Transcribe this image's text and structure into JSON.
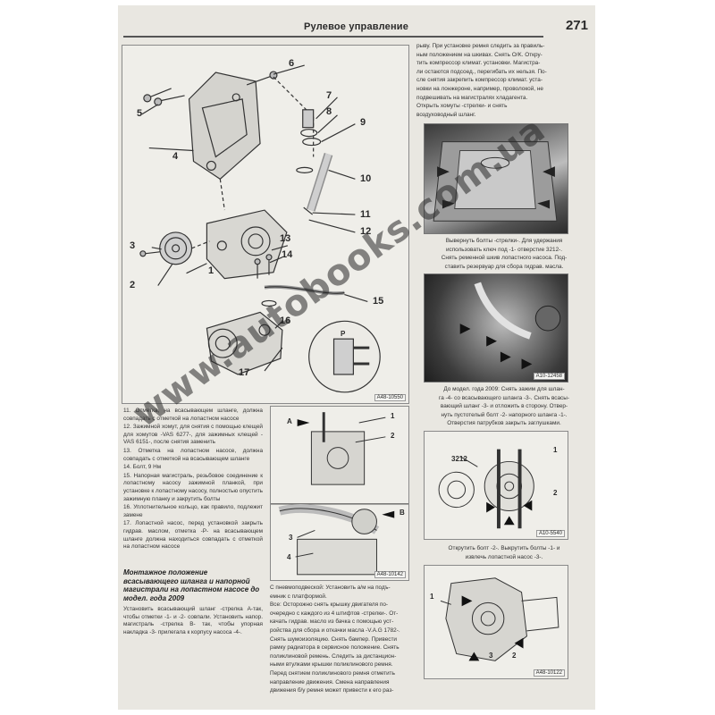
{
  "header": {
    "title": "Рулевое управление",
    "page_number": "271"
  },
  "figure_main": {
    "id": "A48-10550",
    "callouts": [
      "1",
      "2",
      "3",
      "4",
      "5",
      "6",
      "7",
      "8",
      "9",
      "10",
      "11",
      "12",
      "13",
      "14",
      "15",
      "16",
      "17"
    ],
    "p_label": "P"
  },
  "right_top_text": [
    "рыву. При установке ремня следить за правиль-",
    "ным положением на шкивах. Снять O/K. Откру-",
    "тить компрессор климат. установки. Магистра-",
    "ли остаются подсоед., перегибать их нельзя. По-",
    "сле снятия закрепить компрессор климат. уста-",
    "новки на лонжероне, например, проволокой, не",
    "подвешивать на магистралях хладагента.",
    "Открыть хомуты -стрелки- и снять",
    "воздуховодный шланг."
  ],
  "photo1_caption": [
    "Вывернуть болты -стрелки-. Для удержания",
    "использовать ключ под -1- отверстие 3212-.",
    "Снять ременной шкив лопастного насоса. Под-",
    "ставить резервуар для сбора гидрав. масла."
  ],
  "photo2": {
    "id": "A10-12458"
  },
  "photo2_caption": [
    "До модел. года 2009: Снять зажим для шлан-",
    "га -4- со всасывающего шланга -3-. Снять всасы-",
    "вающий шланг -3- и отложить в сторону. Отвер-",
    "нуть пустотелый болт -2- напорного шланга -1-.",
    "Отверстия патрубков закрыть заглушками."
  ],
  "photo3": {
    "id": "A10-5540",
    "tool": "3212",
    "c1": "1",
    "c2": "2"
  },
  "photo3_caption": [
    "Открутить болт -2-. Выкрутить болты -1- и",
    "извлечь лопастной насос -3-."
  ],
  "figure_pump": {
    "id": "A48-10122",
    "c1": "1",
    "c2": "2",
    "c3": "3"
  },
  "left_notes": [
    "11. Отметка, на всасывающем шланге, должна совпадать с отметкой на лопастном насосе",
    "12. Зажимной хомут, для снятия с помощью клещей для хомутов -VAS 6277-, для зажимных клещей -VAS 6151-, после снятия заменить",
    "13. Отметка на лопастном насосе, должна совпадать с отметкой на всасывающем шланге",
    "14. Болт, 9 Нм",
    "15. Напорная магистраль, резьбовое соединение к лопастному насосу зажимной планкой, при установке к лопастному насосу, полностью опустить зажимную планку и закрутить болты",
    "16. Уплотнительное кольцо, как правило, подлежит замене",
    "17. Лопастной насос, перед установкой закрыть гидрав. маслом, отметка -P- на всасывающем шланге должна находиться совпадать с отметкой на лопастном насосе"
  ],
  "section_heading": "Монтажное положение всасывающего шланга и напорной магистрали на лопастном насосе до модел. года 2009",
  "section_text": "Установить всасывающий шланг -стрелка А-так, чтобы отметки -1- и -2- совпали. Установить напор. магистраль -стрелка В- так, чтобы упорная накладка -3- прилегала к корпусу насоса -4-.",
  "fig_mid": {
    "id": "A48-10142",
    "a": "A",
    "b": "B",
    "c1": "1",
    "c2": "2",
    "c3": "3",
    "c4": "4"
  },
  "mid_text": [
    "С пневмоподвеской: Установить а/м на подъ-",
    "емник с платформой.",
    "Все: Осторожно снять крышку двигателя по-",
    "очередно с каждого из 4 штифтов -стрелки-. От-",
    "качать гидрав. масло из бачка с помощью уст-",
    "ройства для сбора и откачки масла -V.A.G 1782-.",
    "Снять шумоизоляцию. Снять бампер. Привести",
    "рамку радиатора в сервисное положение. Снять",
    "поликлиновой ремень. Следить за дистанцион-",
    "ными втулками крышки поликлинового ремня.",
    "Перед снятием поликлинового ремня отметить",
    "направление движения. Смена направления",
    "движения б/у ремня может привести к его раз-"
  ],
  "watermark": "www.autobooks.com.ua"
}
